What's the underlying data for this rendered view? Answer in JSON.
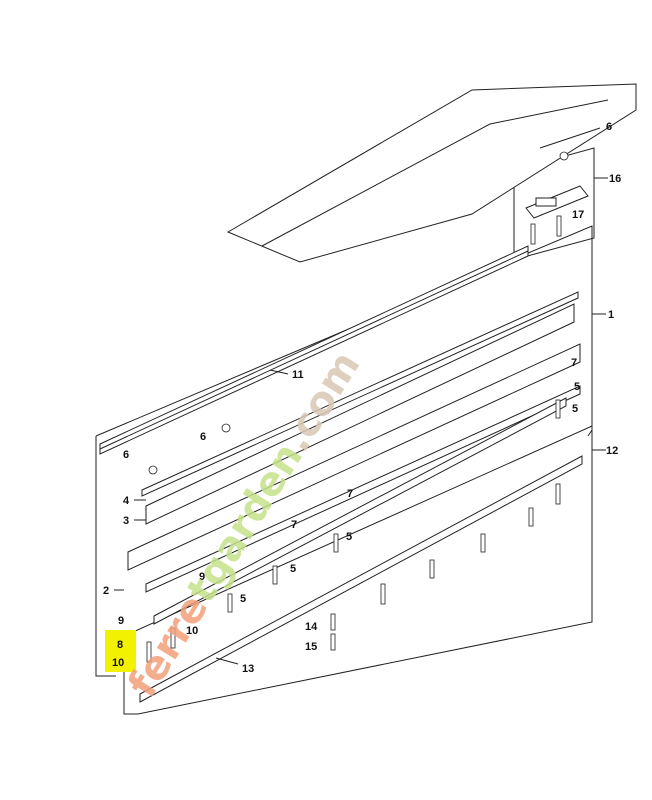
{
  "diagram": {
    "highlight_color": "#f2f200",
    "watermark": {
      "segments": [
        {
          "text": "ferre",
          "color": "#f3a07a"
        },
        {
          "text": "tgarden",
          "color": "#c6e28a"
        },
        {
          "text": ".com",
          "color": "#d9c8b5"
        }
      ]
    },
    "callouts": [
      "1",
      "2",
      "3",
      "4",
      "5",
      "5",
      "5",
      "5",
      "5",
      "6",
      "6",
      "6",
      "7",
      "7",
      "7",
      "8",
      "9",
      "9",
      "10",
      "10",
      "11",
      "12",
      "13",
      "14",
      "15",
      "16",
      "17"
    ]
  }
}
